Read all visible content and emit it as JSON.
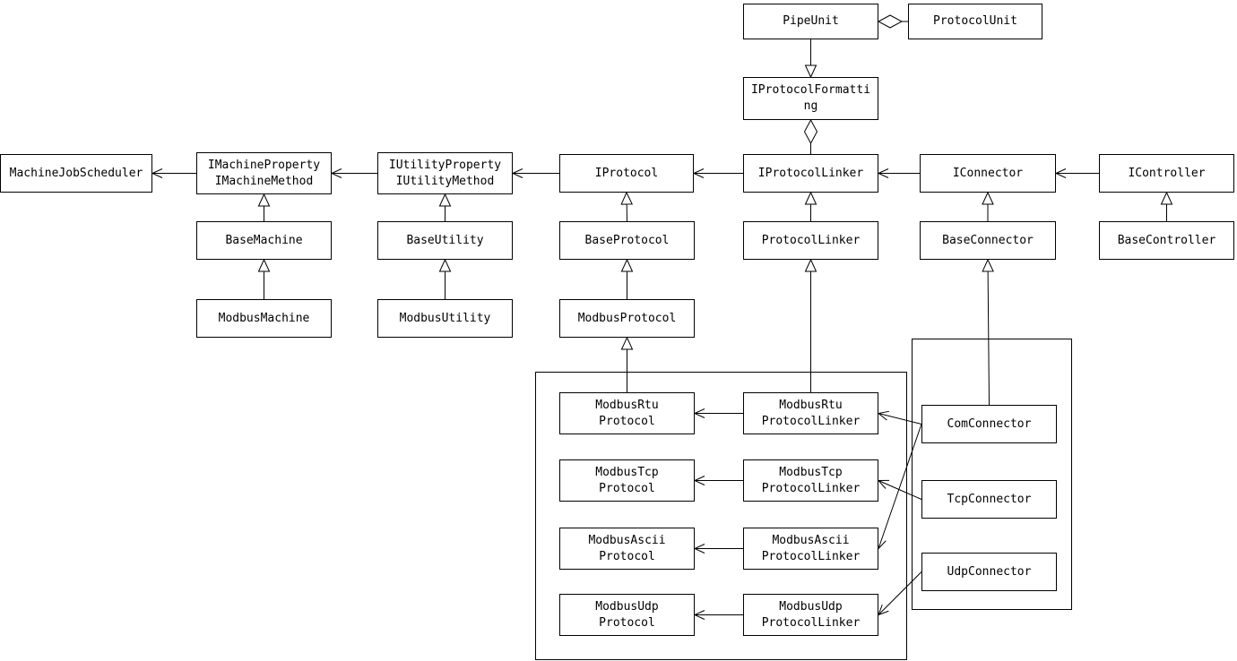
{
  "diagram": {
    "type": "uml-class-diagram",
    "colors": {
      "line": "#000000",
      "node_fill": "#ffffff",
      "node_border": "#000000",
      "background": "#ffffff"
    },
    "nodes": [
      {
        "id": "pipe_unit",
        "label": "PipeUnit"
      },
      {
        "id": "protocol_unit",
        "label": "ProtocolUnit"
      },
      {
        "id": "iprotocol_formatting",
        "label": "IProtocolFormatti\nng"
      },
      {
        "id": "machine_job_scheduler",
        "label": "MachineJobScheduler"
      },
      {
        "id": "imachine_interface",
        "label": "IMachineProperty\nIMachineMethod"
      },
      {
        "id": "iutility_interface",
        "label": "IUtilityProperty\nIUtilityMethod"
      },
      {
        "id": "iprotocol",
        "label": "IProtocol"
      },
      {
        "id": "iprotocol_linker",
        "label": "IProtocolLinker"
      },
      {
        "id": "iconnector",
        "label": "IConnector"
      },
      {
        "id": "icontroller",
        "label": "IController"
      },
      {
        "id": "base_machine",
        "label": "BaseMachine"
      },
      {
        "id": "base_utility",
        "label": "BaseUtility"
      },
      {
        "id": "base_protocol",
        "label": "BaseProtocol"
      },
      {
        "id": "protocol_linker",
        "label": "ProtocolLinker"
      },
      {
        "id": "base_connector",
        "label": "BaseConnector"
      },
      {
        "id": "base_controller",
        "label": "BaseController"
      },
      {
        "id": "modbus_machine",
        "label": "ModbusMachine"
      },
      {
        "id": "modbus_utility",
        "label": "ModbusUtility"
      },
      {
        "id": "modbus_protocol",
        "label": "ModbusProtocol"
      },
      {
        "id": "modbus_rtu_protocol",
        "label": "ModbusRtu\nProtocol"
      },
      {
        "id": "modbus_rtu_protocol_linker",
        "label": "ModbusRtu\nProtocolLinker"
      },
      {
        "id": "modbus_tcp_protocol",
        "label": "ModbusTcp\nProtocol"
      },
      {
        "id": "modbus_tcp_protocol_linker",
        "label": "ModbusTcp\nProtocolLinker"
      },
      {
        "id": "modbus_ascii_protocol",
        "label": "ModbusAscii\nProtocol"
      },
      {
        "id": "modbus_ascii_protocol_linker",
        "label": "ModbusAscii\nProtocolLinker"
      },
      {
        "id": "modbus_udp_protocol",
        "label": "ModbusUdp\nProtocol"
      },
      {
        "id": "modbus_udp_protocol_linker",
        "label": "ModbusUdp\nProtocolLinker"
      },
      {
        "id": "com_connector",
        "label": "ComConnector"
      },
      {
        "id": "tcp_connector",
        "label": "TcpConnector"
      },
      {
        "id": "udp_connector",
        "label": "UdpConnector"
      }
    ],
    "edges": [
      {
        "from": "imachine_interface",
        "to": "machine_job_scheduler",
        "type": "uses"
      },
      {
        "from": "iutility_interface",
        "to": "imachine_interface",
        "type": "uses"
      },
      {
        "from": "iprotocol",
        "to": "iutility_interface",
        "type": "uses"
      },
      {
        "from": "iprotocol_linker",
        "to": "iprotocol",
        "type": "uses"
      },
      {
        "from": "iconnector",
        "to": "iprotocol_linker",
        "type": "uses"
      },
      {
        "from": "icontroller",
        "to": "iconnector",
        "type": "uses"
      },
      {
        "from": "modbus_rtu_protocol_linker",
        "to": "modbus_rtu_protocol",
        "type": "uses"
      },
      {
        "from": "modbus_tcp_protocol_linker",
        "to": "modbus_tcp_protocol",
        "type": "uses"
      },
      {
        "from": "modbus_ascii_protocol_linker",
        "to": "modbus_ascii_protocol",
        "type": "uses"
      },
      {
        "from": "modbus_udp_protocol_linker",
        "to": "modbus_udp_protocol",
        "type": "uses"
      },
      {
        "from": "com_connector",
        "to": "modbus_rtu_protocol_linker",
        "type": "uses"
      },
      {
        "from": "com_connector",
        "to": "modbus_ascii_protocol_linker",
        "type": "uses"
      },
      {
        "from": "tcp_connector",
        "to": "modbus_tcp_protocol_linker",
        "type": "uses"
      },
      {
        "from": "udp_connector",
        "to": "modbus_udp_protocol_linker",
        "type": "uses"
      },
      {
        "from": "base_machine",
        "to": "imachine_interface",
        "type": "inherits"
      },
      {
        "from": "base_utility",
        "to": "iutility_interface",
        "type": "inherits"
      },
      {
        "from": "base_protocol",
        "to": "iprotocol",
        "type": "inherits"
      },
      {
        "from": "protocol_linker",
        "to": "iprotocol_linker",
        "type": "inherits"
      },
      {
        "from": "base_connector",
        "to": "iconnector",
        "type": "inherits"
      },
      {
        "from": "base_controller",
        "to": "icontroller",
        "type": "inherits"
      },
      {
        "from": "modbus_machine",
        "to": "base_machine",
        "type": "inherits"
      },
      {
        "from": "modbus_utility",
        "to": "base_utility",
        "type": "inherits"
      },
      {
        "from": "modbus_protocol",
        "to": "base_protocol",
        "type": "inherits"
      },
      {
        "from": "modbus_rtu_protocol",
        "to": "modbus_protocol",
        "type": "inherits"
      },
      {
        "from": "modbus_rtu_protocol_linker",
        "to": "protocol_linker",
        "type": "inherits"
      },
      {
        "from": "com_connector",
        "to": "base_connector",
        "type": "inherits"
      },
      {
        "from": "pipe_unit",
        "to": "iprotocol_formatting",
        "type": "realizes-down"
      },
      {
        "from": "pipe_unit",
        "to": "protocol_unit",
        "type": "aggregates-h"
      },
      {
        "from": "iprotocol_formatting",
        "to": "iprotocol_linker",
        "type": "aggregates-v"
      }
    ]
  }
}
